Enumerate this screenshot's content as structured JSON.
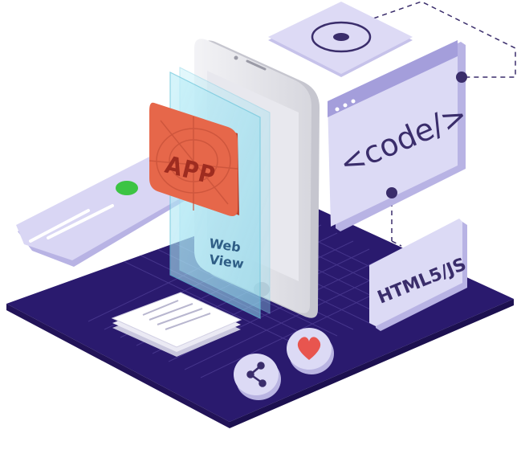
{
  "illustration": {
    "app_label": "APP",
    "webview_line1": "Web",
    "webview_line2": "View",
    "code_label": "<code/>",
    "html_label": "HTML5/JS"
  },
  "icons": {
    "share": "share-icon",
    "heart": "heart-icon",
    "target": "target-icon",
    "documents": "document-stack-icon"
  },
  "colors": {
    "base_platform": "#2a1a6e",
    "grid_lines": "#4b3a8f",
    "card_lavender": "#d9d6f4",
    "panel_lavender": "#dcdaf5",
    "app_tile": "#e6674a",
    "heart": "#e8554f",
    "webview_glass": "#a9e4f2",
    "accent_green": "#3cc443"
  }
}
